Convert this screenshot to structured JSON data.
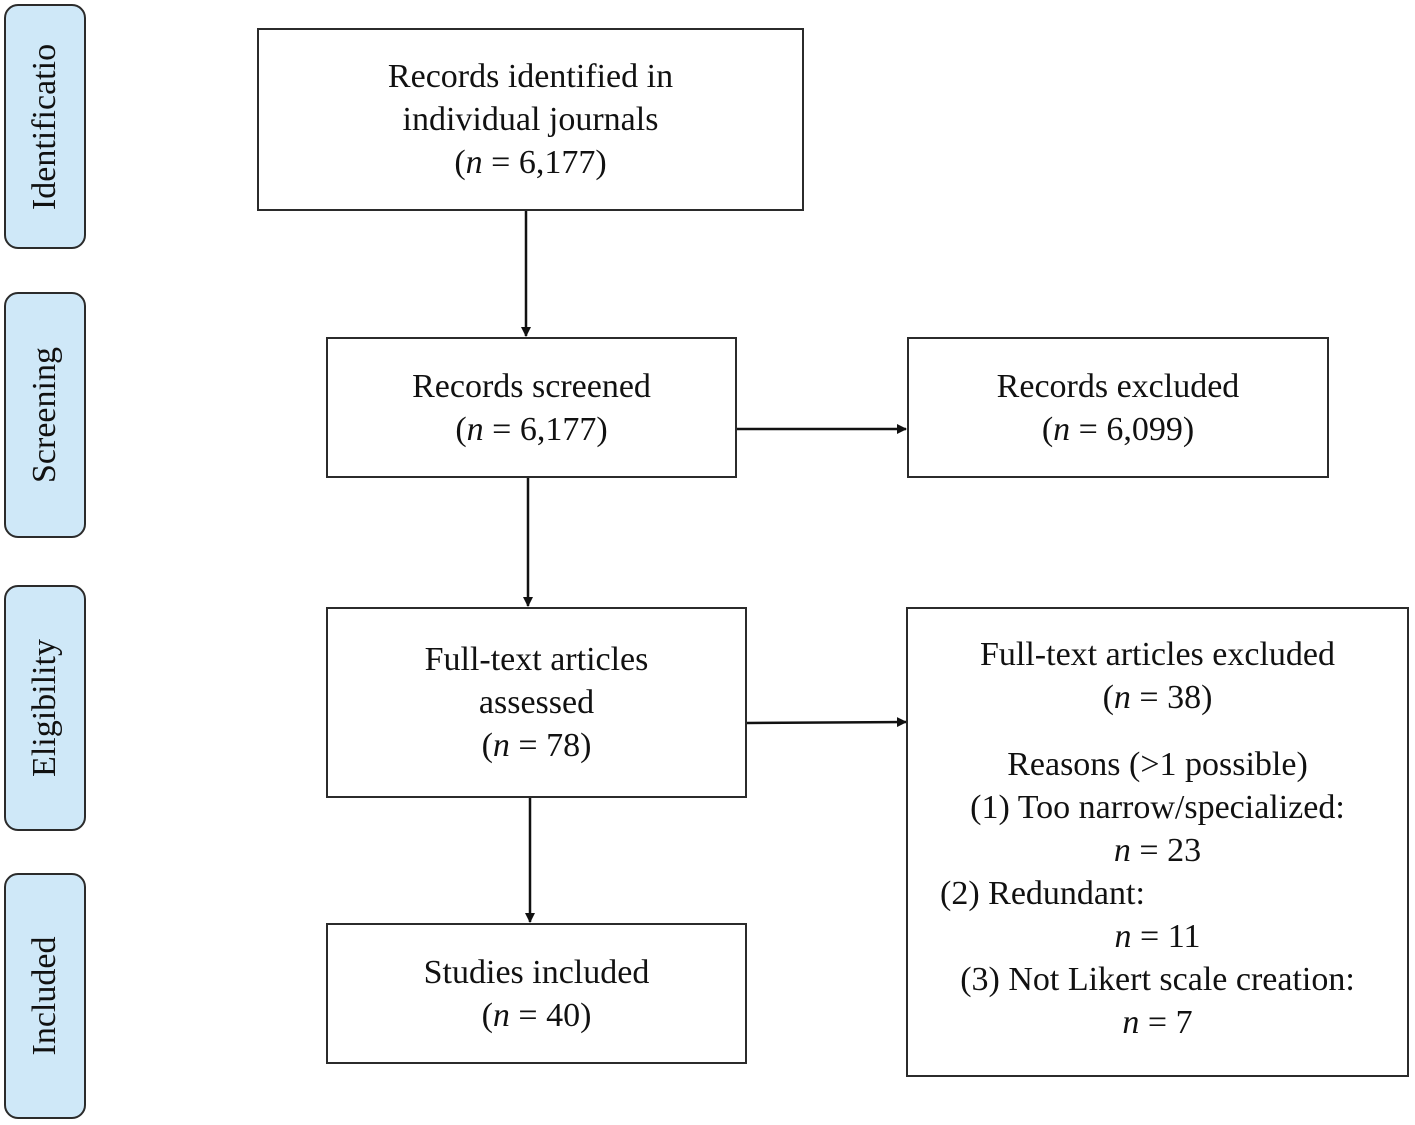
{
  "stages": {
    "identification": "Identificatio",
    "screening": "Screening",
    "eligibility": "Eligibility",
    "included": "Included"
  },
  "n_symbol": "n",
  "boxes": {
    "identified": {
      "line1": "Records identified in",
      "line2": "individual journals",
      "count_open": "(",
      "count_value": " = 6,177)"
    },
    "screened": {
      "line1": "Records screened",
      "count_open": "(",
      "count_value": " = 6,177)"
    },
    "excluded": {
      "line1": "Records excluded",
      "count_open": "(",
      "count_value": " = 6,099)"
    },
    "assessed": {
      "line1": "Full-text articles",
      "line2": "assessed",
      "count_open": "(",
      "count_value": " = 78)"
    },
    "fulltext_excluded": {
      "line1": "Full-text articles excluded",
      "count_open": "(",
      "count_value": " = 38)",
      "reasons_title": "Reasons (>1 possible)",
      "reasons": [
        {
          "label": "(1) Too narrow/specialized:",
          "value": " = 23"
        },
        {
          "label": "(2) Redundant:",
          "value": " = 11"
        },
        {
          "label": "(3) Not Likert scale creation:",
          "value": " = 7"
        }
      ]
    },
    "included": {
      "line1": "Studies included",
      "count_open": "(",
      "count_value": " = 40)"
    }
  }
}
